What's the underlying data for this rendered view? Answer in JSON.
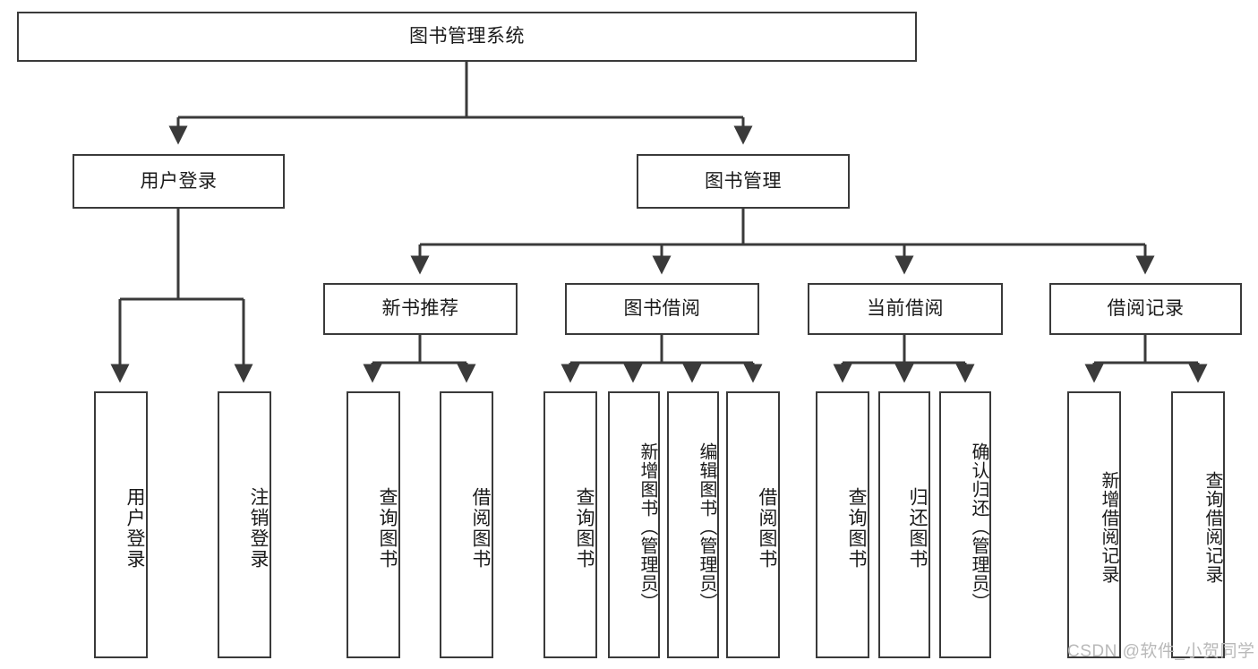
{
  "diagram": {
    "type": "tree-hierarchy",
    "title": "图书管理系统",
    "watermark": "CSDN @软件_小贺同学",
    "colors": {
      "box_border": "#3a3a3a",
      "box_fill": "#ffffff",
      "connector": "#3a3a3a",
      "text": "#1a1a1a",
      "watermark": "#b9b9b9",
      "background": "#ffffff"
    },
    "root": {
      "label": "图书管理系统"
    },
    "level2": [
      {
        "label": "用户登录"
      },
      {
        "label": "图书管理"
      }
    ],
    "level3": [
      {
        "label": "新书推荐"
      },
      {
        "label": "图书借阅"
      },
      {
        "label": "当前借阅"
      },
      {
        "label": "借阅记录"
      }
    ],
    "leaves": {
      "user_login": [
        {
          "label": "用户登录"
        },
        {
          "label": "注销登录"
        }
      ],
      "new_book_recommend": [
        {
          "label": "查询图书"
        },
        {
          "label": "借阅图书"
        }
      ],
      "book_borrow": [
        {
          "label": "查询图书"
        },
        {
          "label": "新增图书（管理员）"
        },
        {
          "label": "编辑图书（管理员）"
        },
        {
          "label": "借阅图书"
        }
      ],
      "current_borrow": [
        {
          "label": "查询图书"
        },
        {
          "label": "归还图书"
        },
        {
          "label": "确认归还（管理员）"
        }
      ],
      "borrow_record": [
        {
          "label": "新增借阅记录"
        },
        {
          "label": "查询借阅记录"
        }
      ]
    }
  }
}
